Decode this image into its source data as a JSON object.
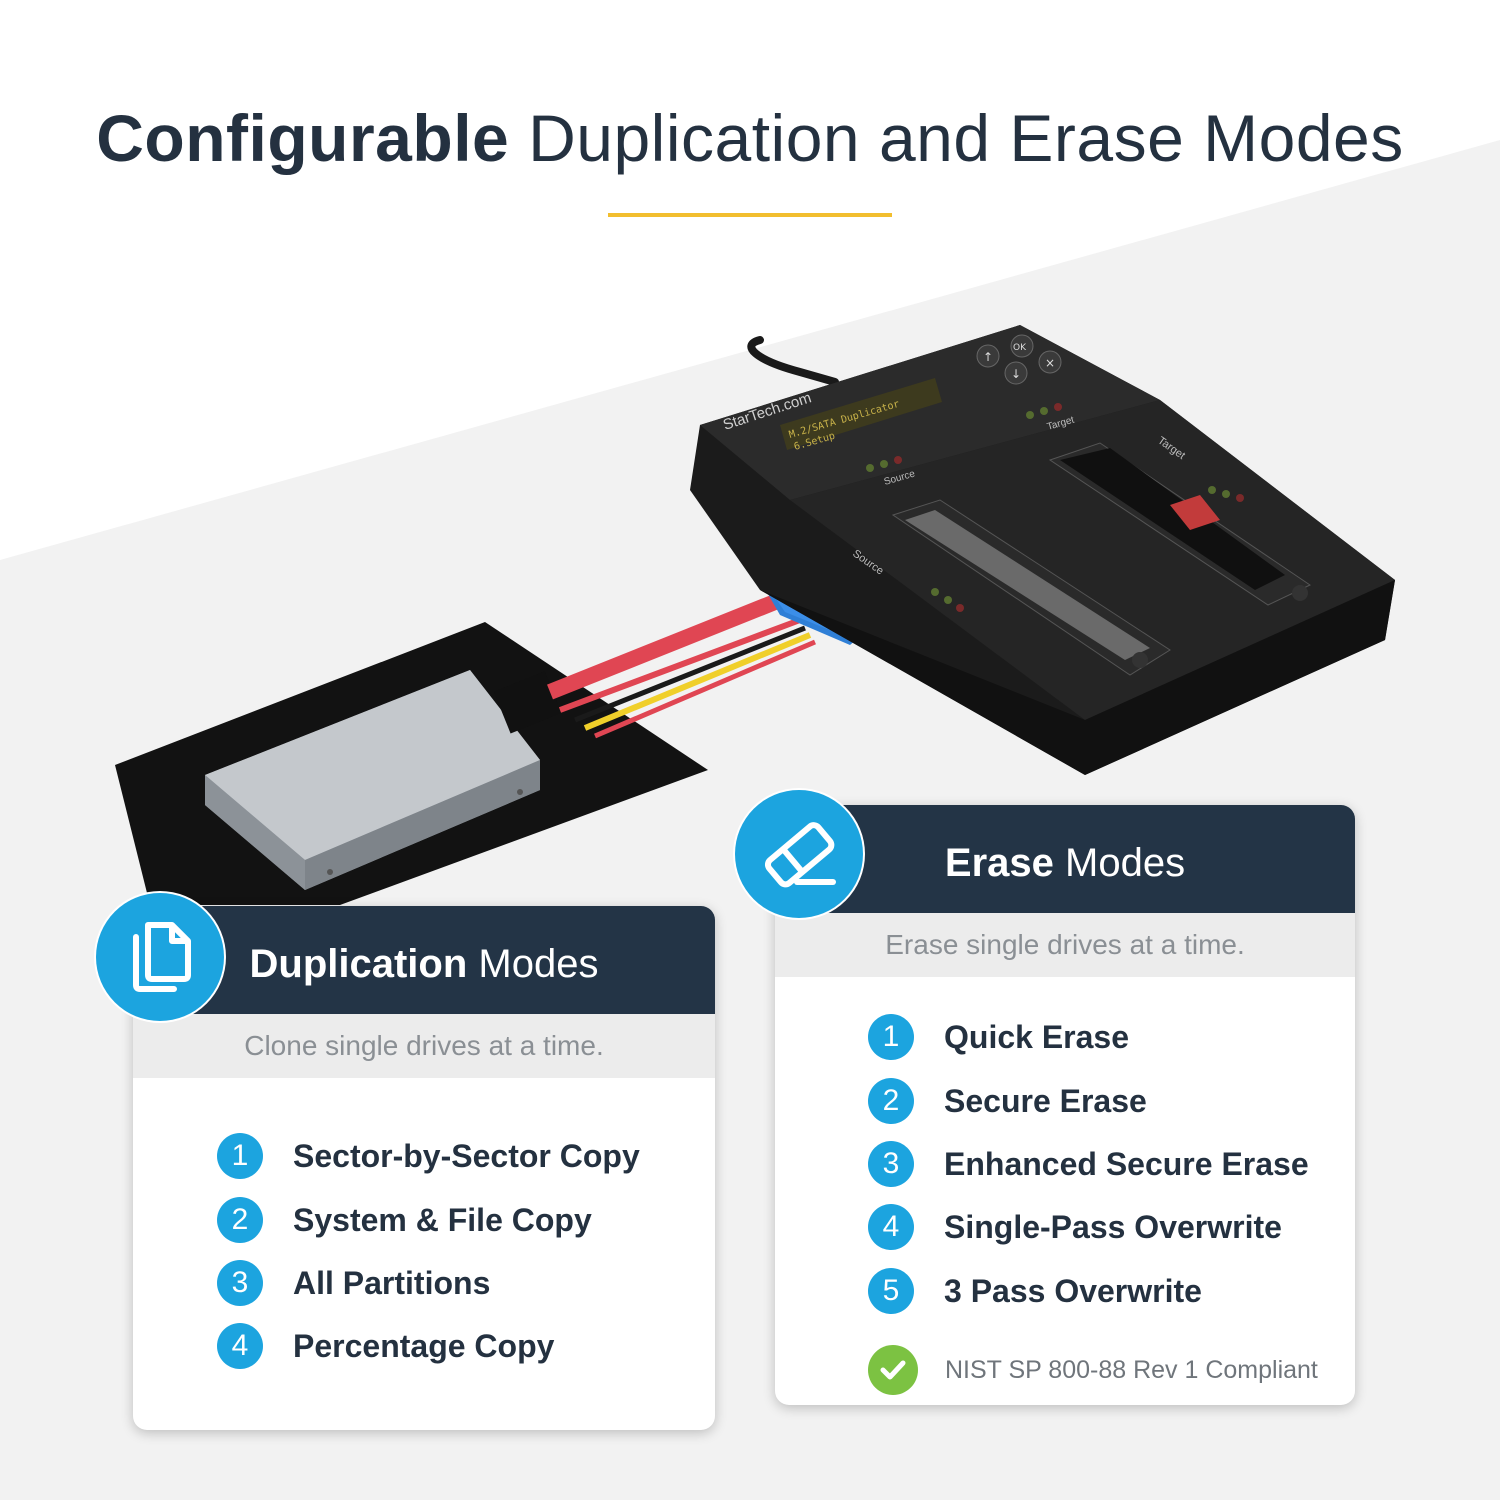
{
  "heading": {
    "bold": "Configurable",
    "light": " Duplication and Erase Modes"
  },
  "colors": {
    "navy": "#233446",
    "accent_blue": "#1ca4df",
    "gold": "#f2be2e",
    "check_green": "#7cc242"
  },
  "device": {
    "brand": "StarTech.com",
    "lcd_line1": "M.2/SATA Duplicator",
    "lcd_line2": "6.Setup",
    "btn_ok": "OK",
    "label_source": "Source",
    "label_target": "Target"
  },
  "erase": {
    "icon": "eraser-icon",
    "title_bold": "Erase",
    "title_light": " Modes",
    "subtitle": "Erase single drives at a time.",
    "items": [
      {
        "num": "1",
        "label": "Quick Erase"
      },
      {
        "num": "2",
        "label": "Secure Erase"
      },
      {
        "num": "3",
        "label": "Enhanced Secure Erase"
      },
      {
        "num": "4",
        "label": "Single-Pass Overwrite"
      },
      {
        "num": "5",
        "label": "3 Pass Overwrite"
      }
    ],
    "compliance": {
      "icon": "check-icon",
      "label": "NIST SP 800-88 Rev 1 Compliant"
    }
  },
  "duplication": {
    "icon": "copy-icon",
    "title_bold": "Duplication",
    "title_light": " Modes",
    "subtitle": "Clone single drives at a time.",
    "items": [
      {
        "num": "1",
        "label": "Sector-by-Sector Copy"
      },
      {
        "num": "2",
        "label": "System & File Copy"
      },
      {
        "num": "3",
        "label": "All Partitions"
      },
      {
        "num": "4",
        "label": "Percentage Copy"
      }
    ]
  }
}
